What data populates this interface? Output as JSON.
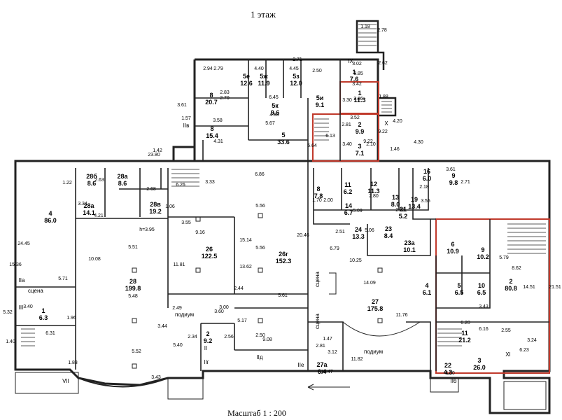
{
  "title": "1 этаж",
  "scale": "Масштаб 1 : 200",
  "rooms": [
    {
      "num": "1",
      "area": "11.3"
    },
    {
      "num": "2",
      "area": "9.9"
    },
    {
      "num": "3",
      "area": "7.1"
    },
    {
      "num": "5",
      "area": "33.6"
    },
    {
      "num": "8",
      "area": "20.7"
    },
    {
      "num": "5е",
      "area": "12.6"
    },
    {
      "num": "5ж",
      "area": "11.9"
    },
    {
      "num": "5з",
      "area": "12.0"
    },
    {
      "num": "1",
      "area": "7.6"
    },
    {
      "num": "5и",
      "area": "9.1"
    },
    {
      "num": "5к",
      "area": "9.6"
    },
    {
      "num": "8",
      "area": "15.4"
    },
    {
      "num": "4",
      "area": "86.0"
    },
    {
      "num": "28б",
      "area": "8.6"
    },
    {
      "num": "28а",
      "area": "8.6"
    },
    {
      "num": "28в",
      "area": "19.2"
    },
    {
      "num": "28а",
      "area": "14.1"
    },
    {
      "num": "28",
      "area": "199.8"
    },
    {
      "num": "26",
      "area": "122.5"
    },
    {
      "num": "26г",
      "area": "152.3"
    },
    {
      "num": "27",
      "area": "175.8"
    },
    {
      "num": "24",
      "area": "13.3"
    },
    {
      "num": "23",
      "area": "8.4"
    },
    {
      "num": "23а",
      "area": "10.1"
    },
    {
      "num": "11",
      "area": "6.2"
    },
    {
      "num": "12",
      "area": "11.3"
    },
    {
      "num": "8",
      "area": "7.8"
    },
    {
      "num": "14",
      "area": "6.7"
    },
    {
      "num": "13",
      "area": "8.0"
    },
    {
      "num": "21",
      "area": "5.2"
    },
    {
      "num": "19",
      "area": "13.4"
    },
    {
      "num": "16",
      "area": "6.0"
    },
    {
      "num": "9",
      "area": "9.8"
    },
    {
      "num": "6",
      "area": "10.9"
    },
    {
      "num": "9",
      "area": "10.2"
    },
    {
      "num": "2",
      "area": "80.8"
    },
    {
      "num": "4",
      "area": "6.1"
    },
    {
      "num": "5",
      "area": "6.5"
    },
    {
      "num": "10",
      "area": "6.5"
    },
    {
      "num": "11",
      "area": "21.2"
    },
    {
      "num": "3",
      "area": "26.0"
    },
    {
      "num": "22",
      "area": "4.3"
    },
    {
      "num": "1",
      "area": "6.3"
    },
    {
      "num": "2",
      "area": "9.2"
    },
    {
      "num": "27а",
      "area": "6.4"
    }
  ],
  "dimensions": [
    "1.18",
    "2.78",
    "3.02",
    "3.85",
    "2.62",
    "3.42",
    "1.88",
    "4.20",
    "3.30",
    "2.86",
    "3.52",
    "2.81",
    "3.40",
    "2.10",
    "9.22",
    "23.80",
    "4.30",
    "1.46",
    "1.42",
    "6.86",
    "5.56",
    "15.14",
    "20.46",
    "5.56",
    "13.62",
    "10.08",
    "5.51",
    "15.36",
    "24.45",
    "5.71",
    "5.48",
    "11.81",
    "9.16",
    "3.55",
    "h=3.95",
    "4.21",
    "3.34",
    "1.22",
    "2.63",
    "2.68",
    "6.26",
    "3.33",
    "14.09",
    "10.25",
    "11.76",
    "6.79",
    "5.06",
    "2.51",
    "5.61",
    "2.44",
    "3.44",
    "5.40",
    "5.52",
    "3.43",
    "2.49",
    "3.60",
    "9.08",
    "3.00",
    "2.56",
    "2.34",
    "5.17",
    "2.50",
    "1.47",
    "13.47",
    "11.82",
    "3.12",
    "2.81",
    "21.51",
    "14.51",
    "8.62",
    "5.79",
    "6.20",
    "6.23",
    "3.24",
    "2.55",
    "6.16",
    "3.43",
    "4.00",
    "3.61",
    "2.71",
    "2.18",
    "3.55",
    "2.80",
    "2.63",
    "5.09",
    "2.00",
    "1.70",
    "6.13",
    "5.64",
    "5.67",
    "3.58",
    "4.31",
    "1.57",
    "3.61",
    "2.94",
    "2.79",
    "2.83",
    "2.70",
    "4.40",
    "4.45",
    "2.71",
    "2.50",
    "6.45",
    "4.60",
    "1.40",
    "5.32",
    "3.40",
    "1.96",
    "6.31",
    "1.83",
    "9.22",
    "1.06"
  ],
  "labels": {
    "podium1": "подиум",
    "podium2": "подиум",
    "scene1": "сцена",
    "scene2": "сцена",
    "scene3": "сцена"
  },
  "roman": [
    "IX",
    "X",
    "XI",
    "VII",
    "IIв",
    "IIа",
    "III",
    "II",
    "IIг",
    "IIд",
    "IIе",
    "IIб"
  ]
}
